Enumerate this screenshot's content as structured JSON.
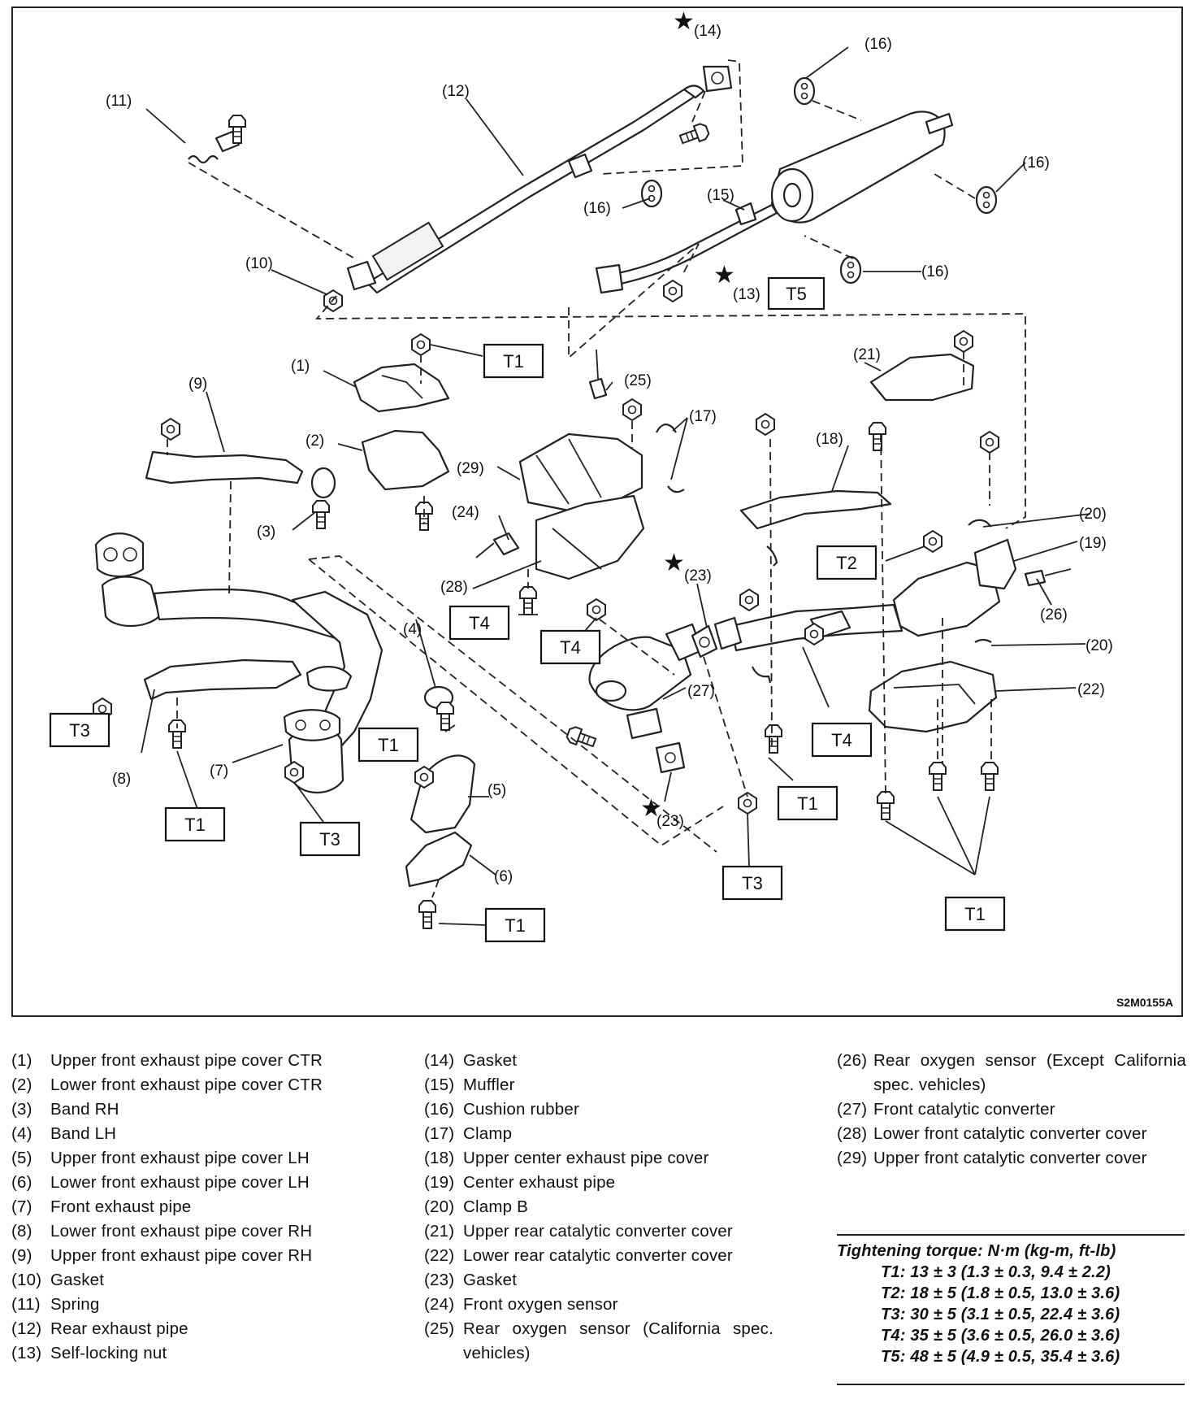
{
  "figure_code": "S2M0155A",
  "callouts": {
    "c1": "(1)",
    "c2": "(2)",
    "c3": "(3)",
    "c4": "(4)",
    "c5": "(5)",
    "c6": "(6)",
    "c7": "(7)",
    "c8": "(8)",
    "c9": "(9)",
    "c10": "(10)",
    "c11": "(11)",
    "c12": "(12)",
    "c13": "(13)",
    "c14": "(14)",
    "c15": "(15)",
    "c16": "(16)",
    "c17": "(17)",
    "c18": "(18)",
    "c19": "(19)",
    "c20": "(20)",
    "c21": "(21)",
    "c22": "(22)",
    "c23": "(23)",
    "c24": "(24)",
    "c25": "(25)",
    "c26": "(26)",
    "c27": "(27)",
    "c28": "(28)",
    "c29": "(29)"
  },
  "torque_labels": {
    "t1": "T1",
    "t2": "T2",
    "t3": "T3",
    "t4": "T4",
    "t5": "T5"
  },
  "star_symbol": "★",
  "legend": {
    "col1": [
      {
        "num": "(1)",
        "text": "Upper front exhaust pipe cover CTR"
      },
      {
        "num": "(2)",
        "text": "Lower front exhaust pipe cover CTR"
      },
      {
        "num": "(3)",
        "text": "Band RH"
      },
      {
        "num": "(4)",
        "text": "Band LH"
      },
      {
        "num": "(5)",
        "text": "Upper front exhaust pipe cover LH"
      },
      {
        "num": "(6)",
        "text": "Lower front exhaust pipe cover LH"
      },
      {
        "num": "(7)",
        "text": "Front exhaust pipe"
      },
      {
        "num": "(8)",
        "text": "Lower front exhaust pipe cover RH"
      },
      {
        "num": "(9)",
        "text": "Upper front exhaust pipe cover RH"
      },
      {
        "num": "(10)",
        "text": "Gasket"
      },
      {
        "num": "(11)",
        "text": "Spring"
      },
      {
        "num": "(12)",
        "text": "Rear exhaust pipe"
      },
      {
        "num": "(13)",
        "text": "Self-locking nut"
      }
    ],
    "col2": [
      {
        "num": "(14)",
        "text": "Gasket"
      },
      {
        "num": "(15)",
        "text": "Muffler"
      },
      {
        "num": "(16)",
        "text": "Cushion rubber"
      },
      {
        "num": "(17)",
        "text": "Clamp"
      },
      {
        "num": "(18)",
        "text": "Upper center exhaust pipe cover"
      },
      {
        "num": "(19)",
        "text": "Center exhaust pipe"
      },
      {
        "num": "(20)",
        "text": "Clamp B"
      },
      {
        "num": "(21)",
        "text": "Upper rear catalytic converter cover"
      },
      {
        "num": "(22)",
        "text": "Lower rear catalytic converter cover"
      },
      {
        "num": "(23)",
        "text": "Gasket"
      },
      {
        "num": "(24)",
        "text": "Front oxygen sensor"
      },
      {
        "num": "(25)",
        "text": "Rear oxygen sensor (California spec. vehicles)"
      }
    ],
    "col3": [
      {
        "num": "(26)",
        "text": "Rear oxygen sensor (Except California spec. vehicles)"
      },
      {
        "num": "(27)",
        "text": "Front catalytic converter"
      },
      {
        "num": "(28)",
        "text": "Lower front catalytic converter cover"
      },
      {
        "num": "(29)",
        "text": "Upper front catalytic converter cover"
      }
    ]
  },
  "torque": {
    "heading": "Tightening torque: N·m (kg-m, ft-lb)",
    "lines": [
      "T1: 13 ± 3 (1.3 ± 0.3, 9.4 ± 2.2)",
      "T2: 18 ± 5 (1.8 ± 0.5, 13.0 ± 3.6)",
      "T3: 30 ± 5 (3.1 ± 0.5, 22.4 ± 3.6)",
      "T4: 35 ± 5 (3.6 ± 0.5, 26.0 ± 3.6)",
      "T5: 48 ± 5 (4.9 ± 0.5, 35.4 ± 3.6)"
    ]
  }
}
